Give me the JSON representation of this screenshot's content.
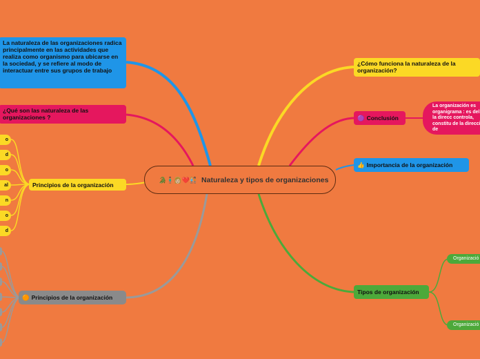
{
  "central": {
    "emojis": "🐊🧍🏽‍♂️👩🏼❤️🧑🏼‍🤝‍🧑🏽",
    "title": "Naturaleza y tipos  de organizaciones"
  },
  "left": {
    "definition": "La naturaleza de las organizaciones radica principalmente en las actividades que realiza como organismo para ubicarse  en la sociedad, y se refiere al modo de interactuar entre sus grupos de trabajo",
    "question": "¿Qué son las naturaleza de las organizaciones ?",
    "principles_yellow": "Principios de la organización",
    "principles_yellow_leaves": [
      "o",
      "d",
      "o",
      "al",
      "n",
      "o",
      "d"
    ],
    "principles_gray": "Principios de la organización"
  },
  "right": {
    "how": "¿Cómo funciona la naturaleza de la organización?",
    "conclusion": "Conclusión",
    "conclusion_text": "La organización es organigrama : es del cual  la direcc controla, constitu de la dirección  de",
    "importance": "Importancia de la organización",
    "types": "Tipos de organización",
    "type_items": [
      "Organizació",
      "Organizació"
    ]
  },
  "icons": {
    "importance": "thumbs-up-icon",
    "conclusion": "purple-circle-icon",
    "principles_gray": "orange-circle-icon"
  },
  "colors": {
    "background": "#f07a40",
    "blue": "#1f95e8",
    "pink": "#e5175e",
    "yellow": "#fbd925",
    "gray": "#8a8a8a",
    "green": "#4ca93a"
  }
}
